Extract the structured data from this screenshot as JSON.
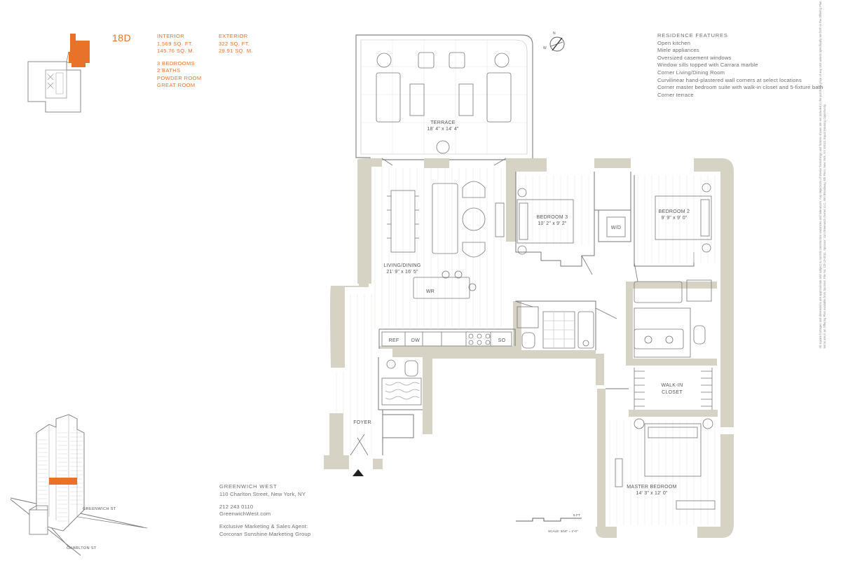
{
  "unit": {
    "id": "18D"
  },
  "interior": {
    "label": "INTERIOR",
    "sqft": "1,569 SQ. FT.",
    "sqm": "145.76 SQ. M."
  },
  "exterior": {
    "label": "EXTERIOR",
    "sqft": "322 SQ. FT.",
    "sqm": "29.91 SQ. M."
  },
  "rooms_summary": [
    "3 BEDROOMS",
    "2 BATHS",
    "POWDER ROOM",
    "GREAT ROOM"
  ],
  "features": {
    "title": "RESIDENCE FEATURES",
    "items": [
      "Open kitchen",
      "Miele appliances",
      "Oversized casement windows",
      "Window sills topped with Carrara marble",
      "Corner Living/Dining Room",
      "Curvilinear hand-plastered wall corners at select locations",
      "Corner master bedroom suite with walk-in closet and 5-fixture bath",
      "Corner terrace"
    ]
  },
  "plan": {
    "terrace": {
      "name": "TERRACE",
      "dims": "18' 4\" x 14' 4\""
    },
    "living": {
      "name": "LIVING/DINING",
      "dims": "21' 9\" x 16' 5\""
    },
    "bedroom3": {
      "name": "BEDROOM 3",
      "dims": "10' 2\" x 9' 2\""
    },
    "bedroom2": {
      "name": "BEDROOM 2",
      "dims": "9' 9\" x 9' 0\""
    },
    "master": {
      "name": "MASTER BEDROOM",
      "dims": "14' 3\" x 12' 0\""
    },
    "walkin_line1": "WALK-IN",
    "walkin_line2": "CLOSET",
    "foyer": "FOYER",
    "wd": "W/D",
    "wr": "WR",
    "ref": "REF",
    "dw": "DW",
    "so": "SO",
    "north": "N",
    "west": "W",
    "scale_unit": "5 FT",
    "scale": "SCALE: 3/16\" = 1'-0\""
  },
  "streets": {
    "greenwich": "GREENWICH ST",
    "charlton": "CHARLTON ST"
  },
  "contact": {
    "building": "GREENWICH WEST",
    "address": "110 Charlton Street, New York, NY",
    "phone": "212 243 0110",
    "web": "GreenwichWest.com",
    "agent_line1": "Exclusive Marketing & Sales Agent:",
    "agent_line2": "Corcoran Sunshine Marketing Group"
  },
  "disclaimer": "All square footages and dimensions are approximate and subject to normal construction variances and tolerances. Any depictions of interior furnishings and fixtures shown are not included in the purchase price of any Unit unless specifically set forth in the Offering Plan. The complete offering terms are in an Offering Plan available from Sponsor. File No. CD 13-0011. Sponsor: 110 Greenwich Owner LLC, 460 Broadway, 5th Floor, New York, NY 10013. Equal Housing Opportunity.",
  "colors": {
    "accent": "#e8722a",
    "wall": "#d6d2c4",
    "line": "#777777"
  }
}
